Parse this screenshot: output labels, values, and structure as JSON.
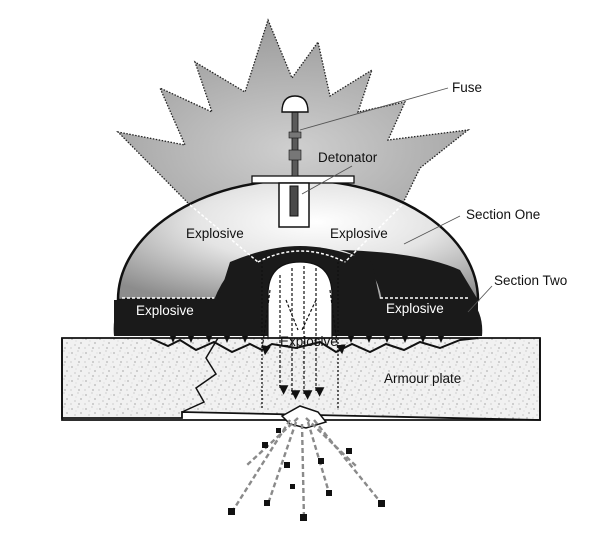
{
  "labels": {
    "fuse": "Fuse",
    "detonator": "Detonator",
    "section_one": "Section One",
    "section_two": "Section Two",
    "explosive_upper_left": "Explosive",
    "explosive_upper_right": "Explosive",
    "explosive_lower_left": "Explosive",
    "explosive_lower_right": "Explosive",
    "explosive_center": "Explosive",
    "armour_plate": "Armour plate"
  },
  "colors": {
    "flash": "#a9a9a9",
    "section_one_fill": "#d8d8d8",
    "section_two_fill": "#1a1a1a",
    "plate_fill": "#efefef",
    "ink": "#111111"
  }
}
